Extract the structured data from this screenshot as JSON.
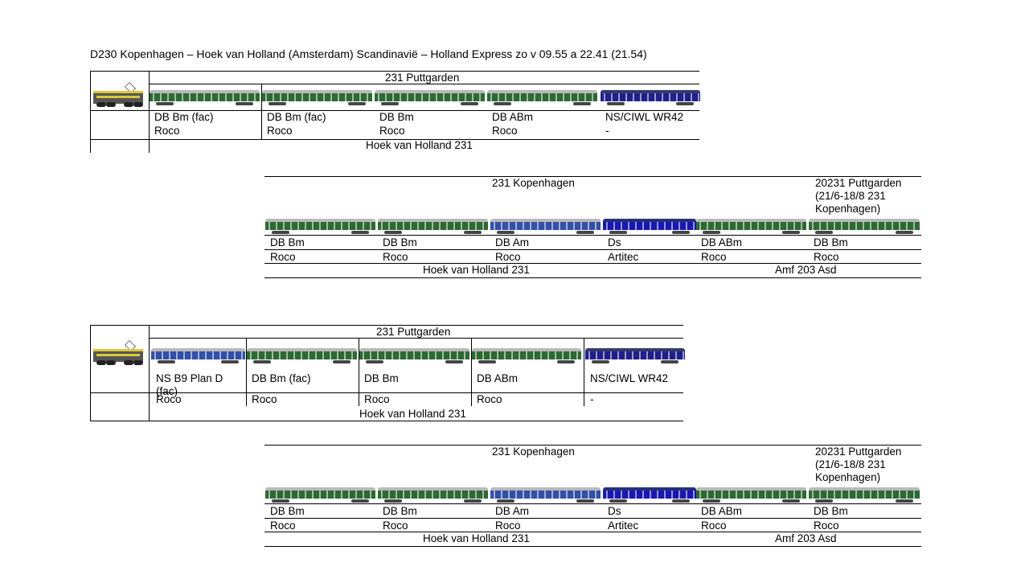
{
  "title": "D230 Kopenhagen – Hoek van Holland (Amsterdam) Scandinavië – Holland Express zo v 09.55 a 22.41 (21.54)",
  "colors": {
    "green": "#2c6a32",
    "blue": "#3250a8",
    "dark_blue": "#1818b0",
    "loco_yellow": "#d8c83a"
  },
  "blocks": [
    {
      "header": "231 Puttgarden",
      "footer": "Hoek van Holland 231",
      "has_loco": true,
      "cars": [
        {
          "type": "DB Bm (fac)",
          "maker": "Roco",
          "color": "green"
        },
        {
          "type": "DB Bm (fac)",
          "maker": "Roco",
          "color": "green"
        },
        {
          "type": "DB Bm",
          "maker": "Roco",
          "color": "green"
        },
        {
          "type": "DB ABm",
          "maker": "Roco",
          "color": "green"
        },
        {
          "type": "NS/CIWL WR42",
          "maker": "-",
          "color": "wr"
        }
      ]
    },
    {
      "header": "231 Kopenhagen",
      "header2": "20231 Puttgarden (21/6-18/8 231 Kopenhagen)",
      "footer": "Hoek van Holland 231",
      "footer2": "Amf 203 Asd",
      "cars": [
        {
          "type": "DB Bm",
          "maker": "Roco",
          "color": "green"
        },
        {
          "type": "DB Bm",
          "maker": "Roco",
          "color": "green"
        },
        {
          "type": "DB Am",
          "maker": "Roco",
          "color": "blue"
        },
        {
          "type": "Ds",
          "maker": "Artitec",
          "color": "dblue"
        },
        {
          "type": "DB ABm",
          "maker": "Roco",
          "color": "green"
        },
        {
          "type": "DB Bm",
          "maker": "Roco",
          "color": "green"
        }
      ]
    },
    {
      "header": "231 Puttgarden",
      "footer": "Hoek van Holland 231",
      "has_loco": true,
      "cars": [
        {
          "type": "NS B9 Plan D (fac)",
          "maker": "Roco",
          "color": "blue"
        },
        {
          "type": "DB Bm (fac)",
          "maker": "Roco",
          "color": "green"
        },
        {
          "type": "DB Bm",
          "maker": "Roco",
          "color": "green"
        },
        {
          "type": "DB ABm",
          "maker": "Roco",
          "color": "green"
        },
        {
          "type": "NS/CIWL WR42",
          "maker": "-",
          "color": "wr"
        }
      ]
    },
    {
      "header": "231 Kopenhagen",
      "header2": "20231 Puttgarden (21/6-18/8 231 Kopenhagen)",
      "footer": "Hoek van Holland 231",
      "footer2": "Amf 203 Asd",
      "cars": [
        {
          "type": "DB Bm",
          "maker": "Roco",
          "color": "green"
        },
        {
          "type": "DB Bm",
          "maker": "Roco",
          "color": "green"
        },
        {
          "type": "DB Am",
          "maker": "Roco",
          "color": "blue"
        },
        {
          "type": "Ds",
          "maker": "Artitec",
          "color": "dblue"
        },
        {
          "type": "DB ABm",
          "maker": "Roco",
          "color": "green"
        },
        {
          "type": "DB Bm",
          "maker": "Roco",
          "color": "green"
        }
      ]
    }
  ]
}
